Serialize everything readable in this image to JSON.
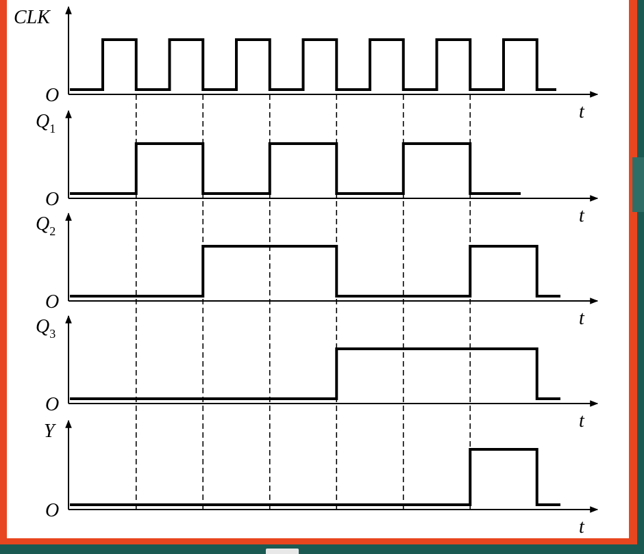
{
  "waveforms": [
    {
      "label": "CLK",
      "sub": "",
      "origin": "O",
      "t_label": "t",
      "levels": [
        0,
        1,
        0,
        1,
        0,
        1,
        0,
        1,
        0,
        1,
        0,
        1,
        0,
        1,
        0
      ]
    },
    {
      "label": "Q",
      "sub": "1",
      "origin": "O",
      "t_label": "t",
      "levels": [
        0,
        0,
        1,
        1,
        0,
        0,
        1,
        1,
        0,
        0,
        1,
        1,
        0,
        0
      ]
    },
    {
      "label": "Q",
      "sub": "2",
      "origin": "O",
      "t_label": "t",
      "levels": [
        0,
        0,
        0,
        0,
        1,
        1,
        1,
        1,
        0,
        0,
        0,
        0,
        1,
        1,
        0
      ]
    },
    {
      "label": "Q",
      "sub": "3",
      "origin": "O",
      "t_label": "t",
      "levels": [
        0,
        0,
        0,
        0,
        0,
        0,
        0,
        0,
        1,
        1,
        1,
        1,
        1,
        1,
        0
      ]
    },
    {
      "label": "Y",
      "sub": "",
      "origin": "O",
      "t_label": "t",
      "levels": [
        0,
        0,
        0,
        0,
        0,
        0,
        0,
        0,
        0,
        0,
        0,
        0,
        1,
        1,
        0
      ]
    }
  ]
}
